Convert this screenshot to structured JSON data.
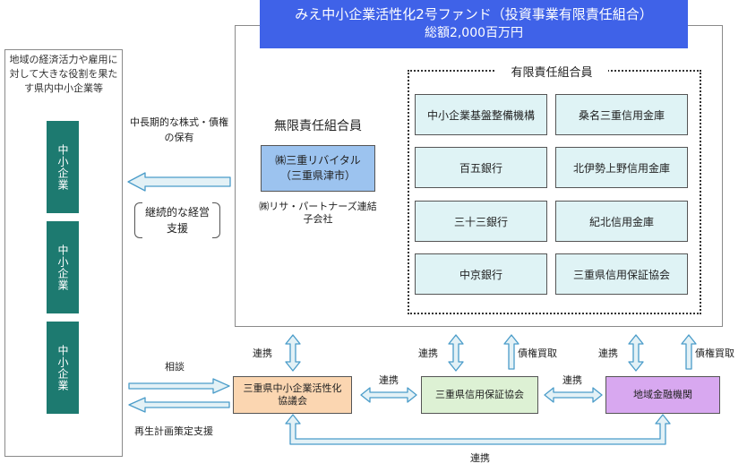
{
  "fund": {
    "title": "みえ中小企業活性化2号ファンド（投資事業有限責任組合）",
    "subtitle": "総額2,000百万円"
  },
  "left_panel": {
    "description": "地域の経済活力や雇用に対して大きな役割を果たす県内中小企業等",
    "smes": [
      "中小企業",
      "中小企業",
      "中小企業"
    ]
  },
  "unlimited_partner": {
    "label": "無限責任組合員",
    "company_line1": "㈱三重リバイタル",
    "company_line2": "（三重県津市）",
    "note": "㈱リサ・パートナーズ連結子会社"
  },
  "limited_partners": {
    "label": "有限責任組合員",
    "members": [
      "中小企業基盤整備機構",
      "桑名三重信用金庫",
      "百五銀行",
      "北伊勢上野信用金庫",
      "三十三銀行",
      "紀北信用金庫",
      "中京銀行",
      "三重県信用保証協会"
    ]
  },
  "support": {
    "holding": "中長期的な株式・債権の保有",
    "management": "継続的な経営支援"
  },
  "organizations": {
    "council": "三重県中小企業活性化協議会",
    "guarantee": "三重県信用保証協会",
    "banks": "地域金融機関"
  },
  "flow_labels": {
    "consult": "相談",
    "rebuild": "再生計画策定支援",
    "cooperate": "連携",
    "debt_purchase": "債権買取"
  },
  "colors": {
    "fund_title_bg": "#3f62e8",
    "sme_bg": "#1d7a70",
    "revital_bg": "#9cc3ef",
    "member_bg": "#dff3f5",
    "council_bg": "#fbd6b1",
    "guarantee_bg": "#ddf1d4",
    "banks_bg": "#d8a8f0",
    "arrow_fill": "#e3f1f6",
    "arrow_stroke": "#4a9cc9"
  }
}
